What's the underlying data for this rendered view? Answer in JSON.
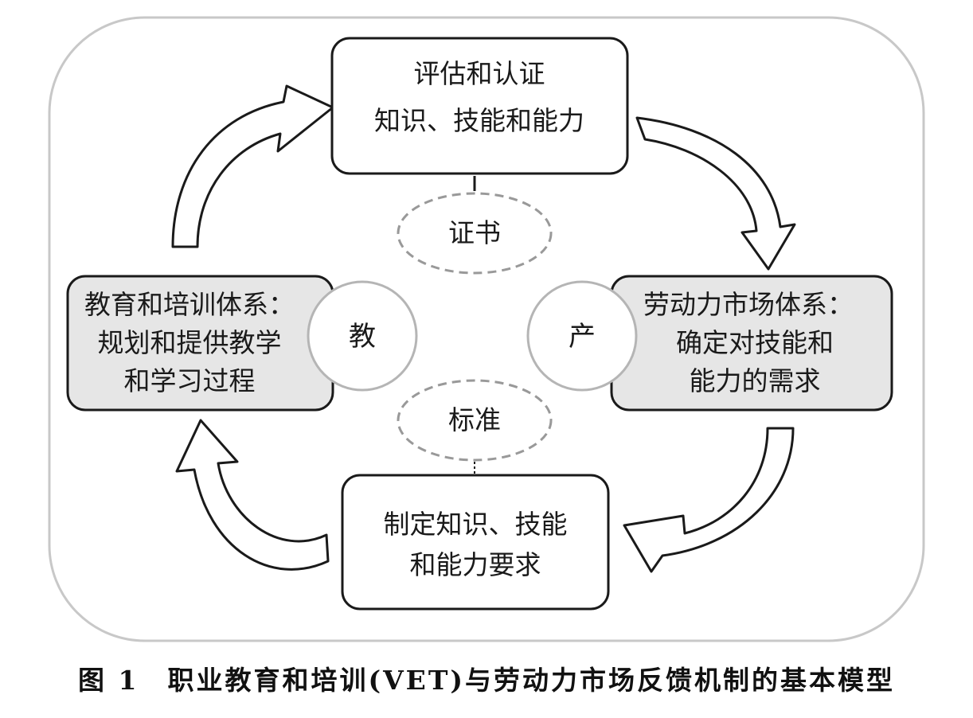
{
  "nodes": {
    "assessment": {
      "line1": "评估和认证",
      "line2": "知识、技能和能力"
    },
    "education": {
      "line1": "教育和培训体系：",
      "line2": "规划和提供教学",
      "line3": "和学习过程"
    },
    "labor_market": {
      "line1": "劳动力市场体系：",
      "line2": "确定对技能和",
      "line3": "能力的需求"
    },
    "requirements": {
      "line1": "制定知识、技能",
      "line2": "和能力要求"
    }
  },
  "circles": {
    "education": "教",
    "industry": "产"
  },
  "ellipses": {
    "certificate": "证书",
    "standard": "标准"
  },
  "caption": {
    "figure_number": "图 1",
    "title": "职业教育和培训(VET)与劳动力市场反馈机制的基本模型"
  },
  "colors": {
    "outline": "#1a1a1a",
    "shaded_box": "#e6e6e6",
    "frame": "#c8c8c8",
    "dashed": "#999999"
  }
}
